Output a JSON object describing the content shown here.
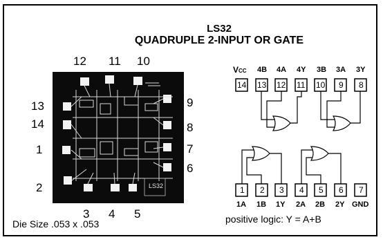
{
  "title": {
    "part": "LS32",
    "description": "QUADRUPLE 2-INPUT OR GATE"
  },
  "die": {
    "chip_label": "LS32",
    "pad_numbers": {
      "top": [
        "12",
        "11",
        "10"
      ],
      "left": [
        "13",
        "14",
        "1",
        "2"
      ],
      "right": [
        "9",
        "8",
        "7",
        "6"
      ],
      "bottom": [
        "3",
        "4",
        "5"
      ]
    },
    "size_text": "Die Size .053 x .053"
  },
  "pinout": {
    "top_labels": [
      "VCC",
      "4B",
      "4A",
      "4Y",
      "3B",
      "3A",
      "3Y"
    ],
    "top_pins": [
      "14",
      "13",
      "12",
      "11",
      "10",
      "9",
      "8"
    ],
    "bottom_pins": [
      "1",
      "2",
      "3",
      "4",
      "5",
      "6",
      "7"
    ],
    "bottom_labels": [
      "1A",
      "1B",
      "1Y",
      "2A",
      "2B",
      "2Y",
      "GND"
    ],
    "logic_text": "positive logic: Y = A+B"
  }
}
